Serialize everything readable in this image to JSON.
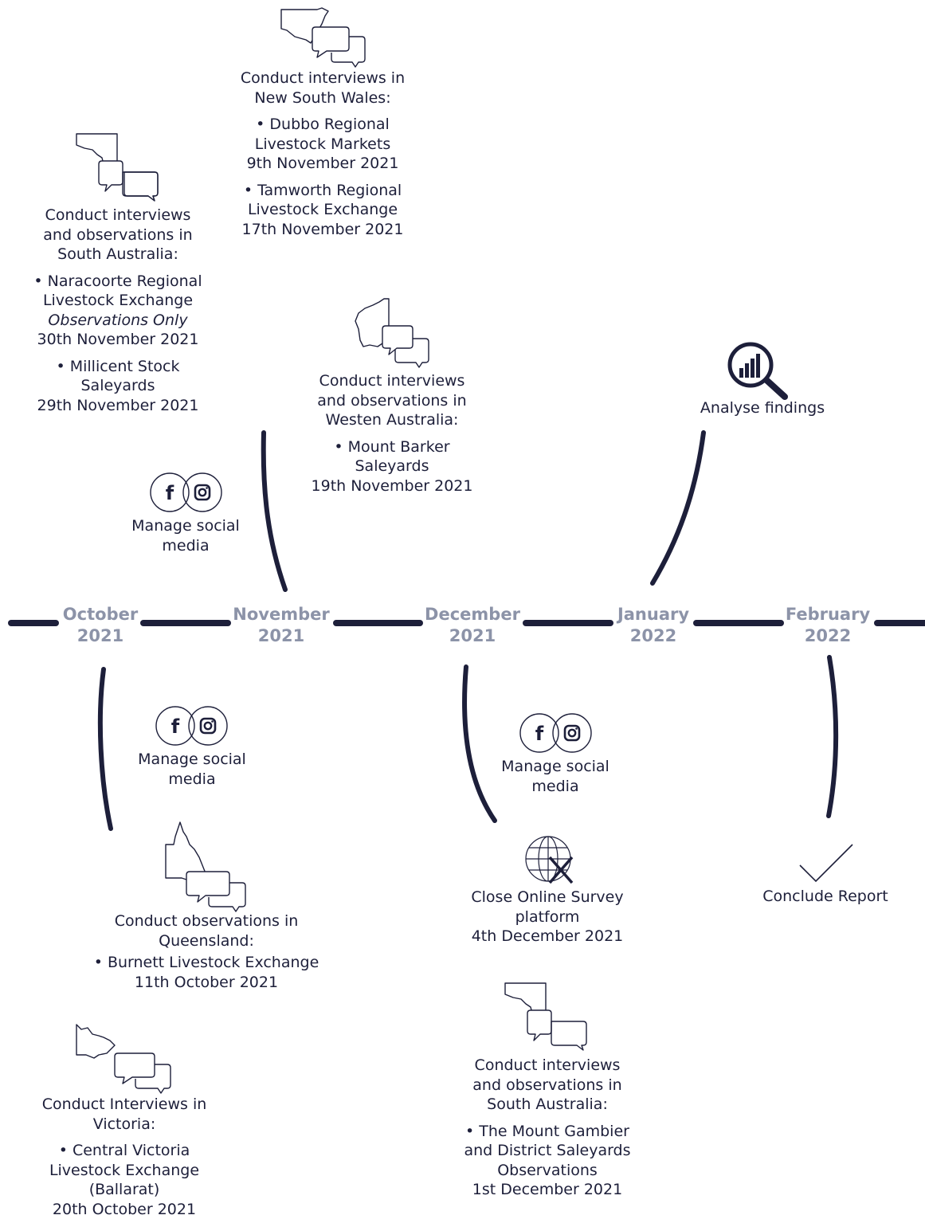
{
  "colors": {
    "line": "#1d1f3a",
    "month_text": "#8c93a8",
    "text": "#1d1f3a"
  },
  "months": [
    {
      "name": "October",
      "year": "2021"
    },
    {
      "name": "November",
      "year": "2021"
    },
    {
      "name": "December",
      "year": "2021"
    },
    {
      "name": "January",
      "year": "2022"
    },
    {
      "name": "February",
      "year": "2022"
    }
  ],
  "events": {
    "sa_nov": {
      "icon": "south-australia-chat-icon",
      "title": [
        "Conduct interviews",
        "and observations in",
        "South Australia:"
      ],
      "item1": [
        "• Naracoorte Regional",
        "Livestock Exchange"
      ],
      "item1_note": "Observations Only",
      "item1_date": "30th November 2021",
      "item2": [
        "• Millicent Stock",
        "Saleyards"
      ],
      "item2_date": "29th November 2021"
    },
    "nsw": {
      "icon": "new-south-wales-chat-icon",
      "title": [
        "Conduct interviews in",
        "New South Wales:"
      ],
      "item1": [
        "• Dubbo Regional",
        "Livestock Markets"
      ],
      "item1_date": "9th November 2021",
      "item2": [
        "• Tamworth Regional",
        "Livestock Exchange"
      ],
      "item2_date": "17th November 2021"
    },
    "wa": {
      "icon": "western-australia-chat-icon",
      "title": [
        "Conduct interviews",
        "and observations in",
        "Westen Australia:"
      ],
      "item1": [
        "• Mount Barker",
        "Saleyards"
      ],
      "item1_date": "19th November 2021"
    },
    "social_oct_top": {
      "icon": "social-media-icon",
      "label": [
        "Manage social",
        "media"
      ]
    },
    "analyse": {
      "icon": "magnifier-chart-icon",
      "label": "Analyse findings"
    },
    "social_oct_bottom": {
      "icon": "social-media-icon",
      "label": [
        "Manage social",
        "media"
      ]
    },
    "social_dec": {
      "icon": "social-media-icon",
      "label": [
        "Manage social",
        "media"
      ]
    },
    "qld": {
      "icon": "queensland-chat-icon",
      "title": [
        "Conduct observations in",
        "Queensland:"
      ],
      "item1": "• Burnett Livestock Exchange",
      "item1_date": "11th October 2021"
    },
    "survey": {
      "icon": "globe-close-icon",
      "label": [
        "Close Online Survey",
        "platform"
      ],
      "date": "4th December 2021"
    },
    "conclude": {
      "icon": "checkmark-icon",
      "label": "Conclude Report"
    },
    "vic": {
      "icon": "victoria-chat-icon",
      "title": [
        "Conduct Interviews in",
        "Victoria:"
      ],
      "item1": [
        "• Central Victoria",
        "Livestock Exchange",
        "(Ballarat)"
      ],
      "item1_date": "20th October 2021"
    },
    "sa_dec": {
      "icon": "south-australia-chat-icon",
      "title": [
        "Conduct interviews",
        "and observations in",
        "South Australia:"
      ],
      "item1": [
        "• The Mount Gambier",
        "and District Saleyards",
        "Observations"
      ],
      "item1_date": "1st December 2021"
    }
  }
}
